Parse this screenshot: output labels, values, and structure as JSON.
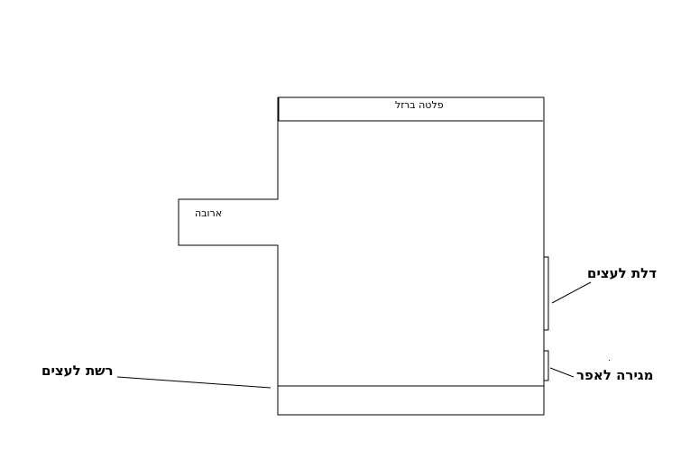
{
  "labels": {
    "iron_plate": "פלטה ברזל",
    "chimney": "ארובה",
    "wood_door": "דלת לעצים",
    "ash_drawer": "מגירה לאפר",
    "wood_grate": "רשת לעצים"
  },
  "colors": {
    "line": "#000000",
    "background": "#ffffff"
  }
}
